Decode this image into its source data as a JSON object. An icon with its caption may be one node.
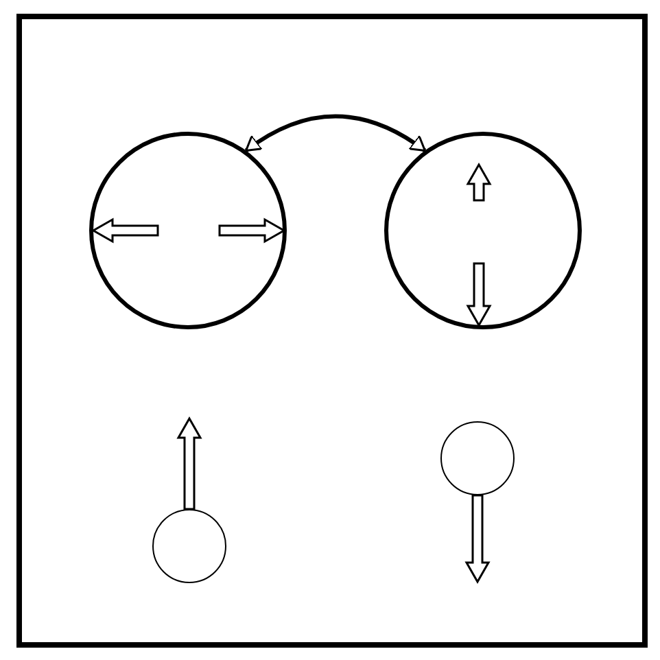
{
  "diagram": {
    "nodes": [
      {
        "text": [],
        "shape": "circle"
      },
      {
        "text": [],
        "shape": "circle"
      },
      {
        "text": [],
        "shape": "circle"
      },
      {
        "text": [],
        "shape": "circle"
      }
    ],
    "edges": [
      {
        "from": 0,
        "to": 1,
        "arrow": "both"
      }
    ]
  }
}
